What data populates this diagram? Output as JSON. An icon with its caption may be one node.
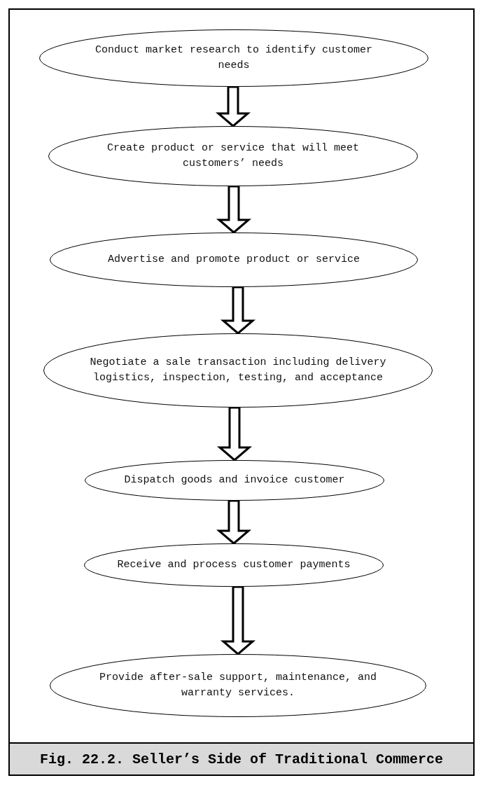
{
  "diagram": {
    "caption": "Fig. 22.2. Seller’s Side of Traditional Commerce",
    "nodes": [
      {
        "text": [
          "Conduct market research to identify customer needs"
        ]
      },
      {
        "text": [
          "Create product or service that will meet customers’ needs"
        ]
      },
      {
        "text": [
          "Advertise and promote product or service"
        ]
      },
      {
        "text": [
          "Negotiate a sale transaction including delivery logistics, inspection, testing, and acceptance"
        ]
      },
      {
        "text": [
          "Dispatch goods and invoice customer"
        ]
      },
      {
        "text": [
          "Receive and process customer payments"
        ]
      },
      {
        "text": [
          "Provide after-sale support, maintenance, and warranty services."
        ]
      }
    ],
    "edges": [
      {
        "from": 0,
        "to": 1,
        "arrow": "to"
      },
      {
        "from": 1,
        "to": 2,
        "arrow": "to"
      },
      {
        "from": 2,
        "to": 3,
        "arrow": "to"
      },
      {
        "from": 3,
        "to": 4,
        "arrow": "to"
      },
      {
        "from": 4,
        "to": 5,
        "arrow": "to"
      },
      {
        "from": 5,
        "to": 6,
        "arrow": "to"
      }
    ]
  }
}
